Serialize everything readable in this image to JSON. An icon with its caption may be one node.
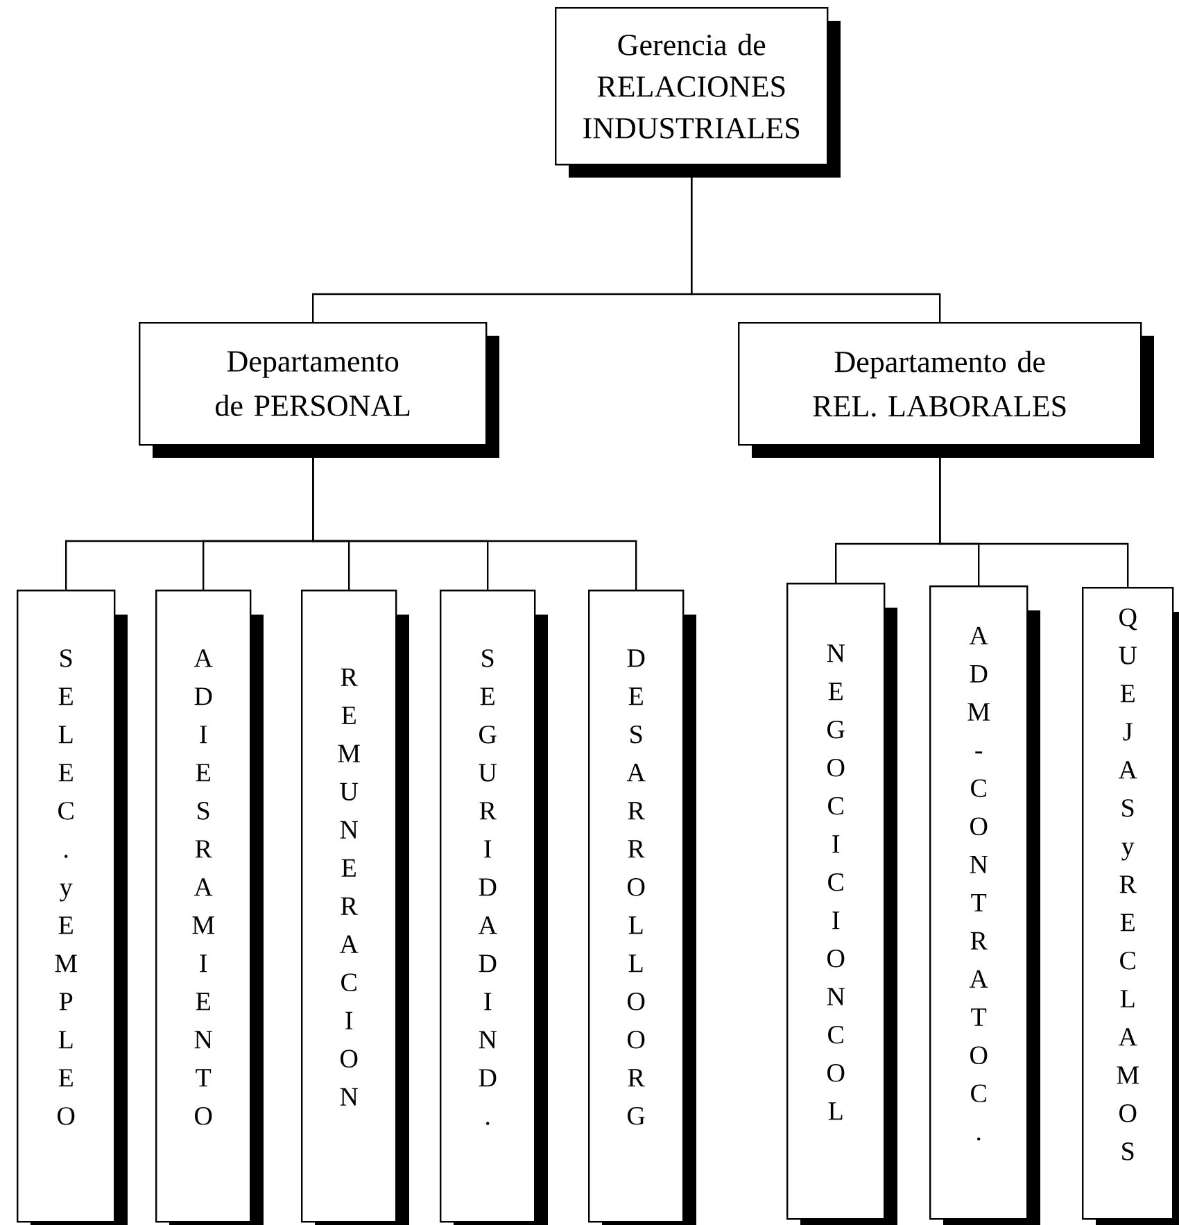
{
  "diagram": {
    "nodes": [
      {
        "text": [
          "Gerencia de RELACIONES INDUSTRIALES"
        ]
      },
      {
        "text": [
          "Departamento de PERSONAL"
        ]
      },
      {
        "text": [
          "Departamento de REL. LABORALES"
        ]
      },
      {
        "text": [
          "SELEC. y EMPLEO"
        ]
      },
      {
        "text": [
          "ADIESRAMIENTO"
        ]
      },
      {
        "text": [
          "REMUNERACION"
        ]
      },
      {
        "text": [
          "SEGURIDAD IND."
        ]
      },
      {
        "text": [
          "DESARROLLO ORG"
        ]
      },
      {
        "text": [
          "NEGOCICION COL"
        ]
      },
      {
        "text": [
          "ADM-CONTRATO C."
        ]
      },
      {
        "text": [
          "QUEJAS yRECLAMOS"
        ]
      }
    ],
    "edges": [
      {
        "from": 0,
        "to": 1,
        "arrow": "none"
      },
      {
        "from": 0,
        "to": 2,
        "arrow": "none"
      },
      {
        "from": 1,
        "to": 3,
        "arrow": "none"
      },
      {
        "from": 1,
        "to": 4,
        "arrow": "none"
      },
      {
        "from": 1,
        "to": 5,
        "arrow": "none"
      },
      {
        "from": 1,
        "to": 6,
        "arrow": "none"
      },
      {
        "from": 1,
        "to": 7,
        "arrow": "none"
      },
      {
        "from": 2,
        "to": 8,
        "arrow": "none"
      },
      {
        "from": 2,
        "to": 9,
        "arrow": "none"
      },
      {
        "from": 2,
        "to": 10,
        "arrow": "none"
      }
    ]
  }
}
